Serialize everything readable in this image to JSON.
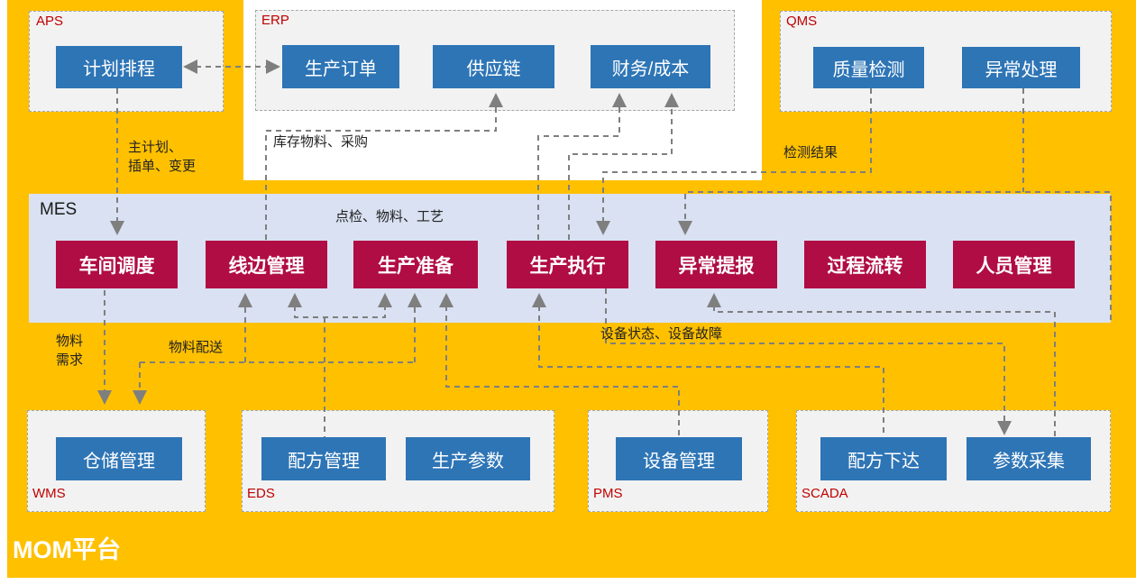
{
  "title": {
    "platform_label": "MOM平台"
  },
  "colors": {
    "background_orange": "#FFC000",
    "mes_band_blue": "#D9E1F2",
    "mes_module_red": "#B00D44",
    "module_blue": "#2E75B6",
    "panel_gray": "#F2F2F2",
    "system_label_red": "#C00000",
    "connector_gray": "#7F7F7F"
  },
  "systems": {
    "aps": {
      "label": "APS",
      "modules": [
        "计划排程"
      ]
    },
    "erp": {
      "label": "ERP",
      "modules": [
        "生产订单",
        "供应链",
        "财务/成本"
      ]
    },
    "qms": {
      "label": "QMS",
      "modules": [
        "质量检测",
        "异常处理"
      ]
    },
    "mes": {
      "label": "MES",
      "modules": [
        "车间调度",
        "线边管理",
        "生产准备",
        "生产执行",
        "异常提报",
        "过程流转",
        "人员管理"
      ]
    },
    "wms": {
      "label": "WMS",
      "modules": [
        "仓储管理"
      ]
    },
    "eds": {
      "label": "EDS",
      "modules": [
        "配方管理",
        "生产参数"
      ]
    },
    "pms": {
      "label": "PMS",
      "modules": [
        "设备管理"
      ]
    },
    "scada": {
      "label": "SCADA",
      "modules": [
        "配方下达",
        "参数采集"
      ]
    }
  },
  "flow_labels": {
    "master_plan": "主计划、\n插单、变更",
    "inventory_purchase": "库存物料、采购",
    "inspection_result": "检测结果",
    "check_material_process": "点检、物料、工艺",
    "material_demand": "物料\n需求",
    "material_delivery": "物料配送",
    "equipment_status": "设备状态、设备故障"
  }
}
